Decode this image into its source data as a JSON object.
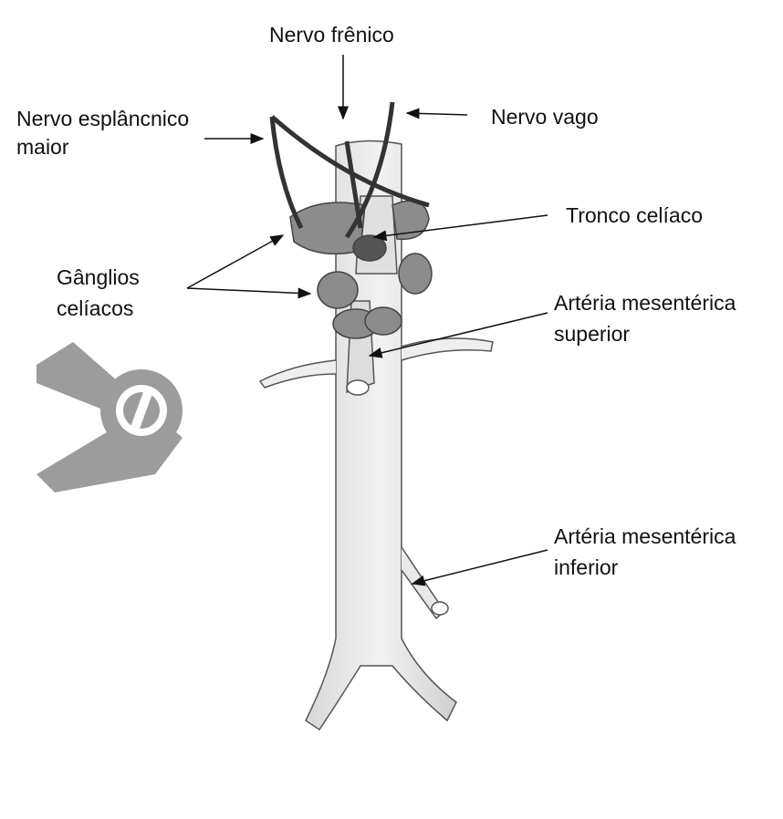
{
  "labels": {
    "phrenic_nerve": "Nervo frênico",
    "greater_splanchnic_line1": "Nervo esplâncnico",
    "greater_splanchnic_line2": "maior",
    "vagus_nerve": "Nervo vago",
    "celiac_trunk": "Tronco celíaco",
    "celiac_ganglia_line1": "Gânglios",
    "celiac_ganglia_line2": "celíacos",
    "sma_line1": "Artéria mesentérica",
    "sma_line2": "superior",
    "ima_line1": "Artéria mesentérica",
    "ima_line2": "inferior"
  },
  "colors": {
    "text": "#111111",
    "vessel": "#e6e6e6",
    "ganglia": "#8a8a8a",
    "logo": "#9a9a9a"
  }
}
